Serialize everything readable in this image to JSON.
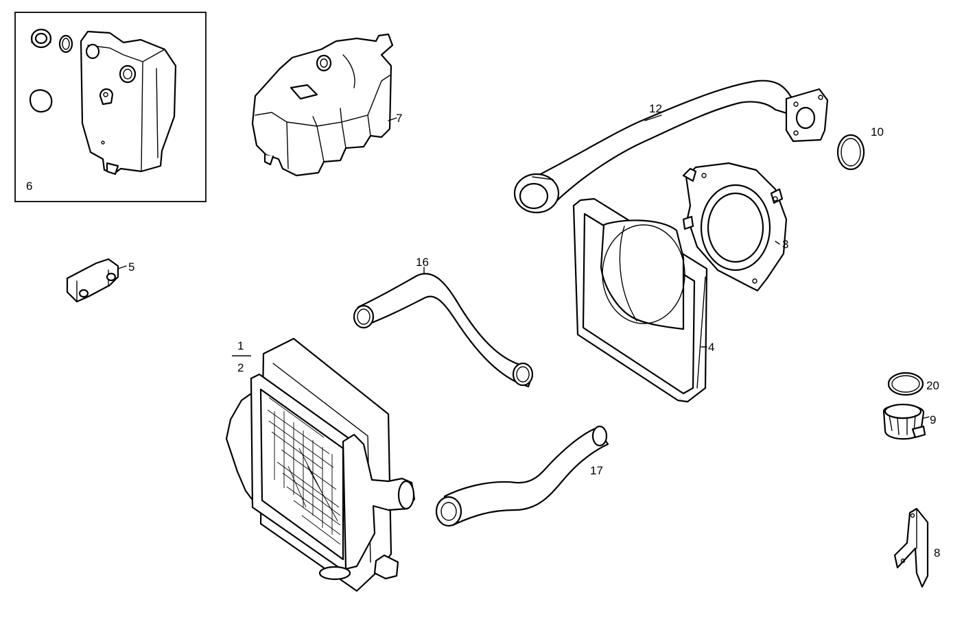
{
  "callouts": {
    "c1": "1",
    "c2": "2",
    "c3": "3",
    "c4": "4",
    "c5": "5",
    "c6": "6",
    "c7": "7",
    "c8": "8",
    "c9": "9",
    "c10": "10",
    "c12": "12",
    "c16": "16",
    "c17": "17",
    "c20": "20"
  }
}
